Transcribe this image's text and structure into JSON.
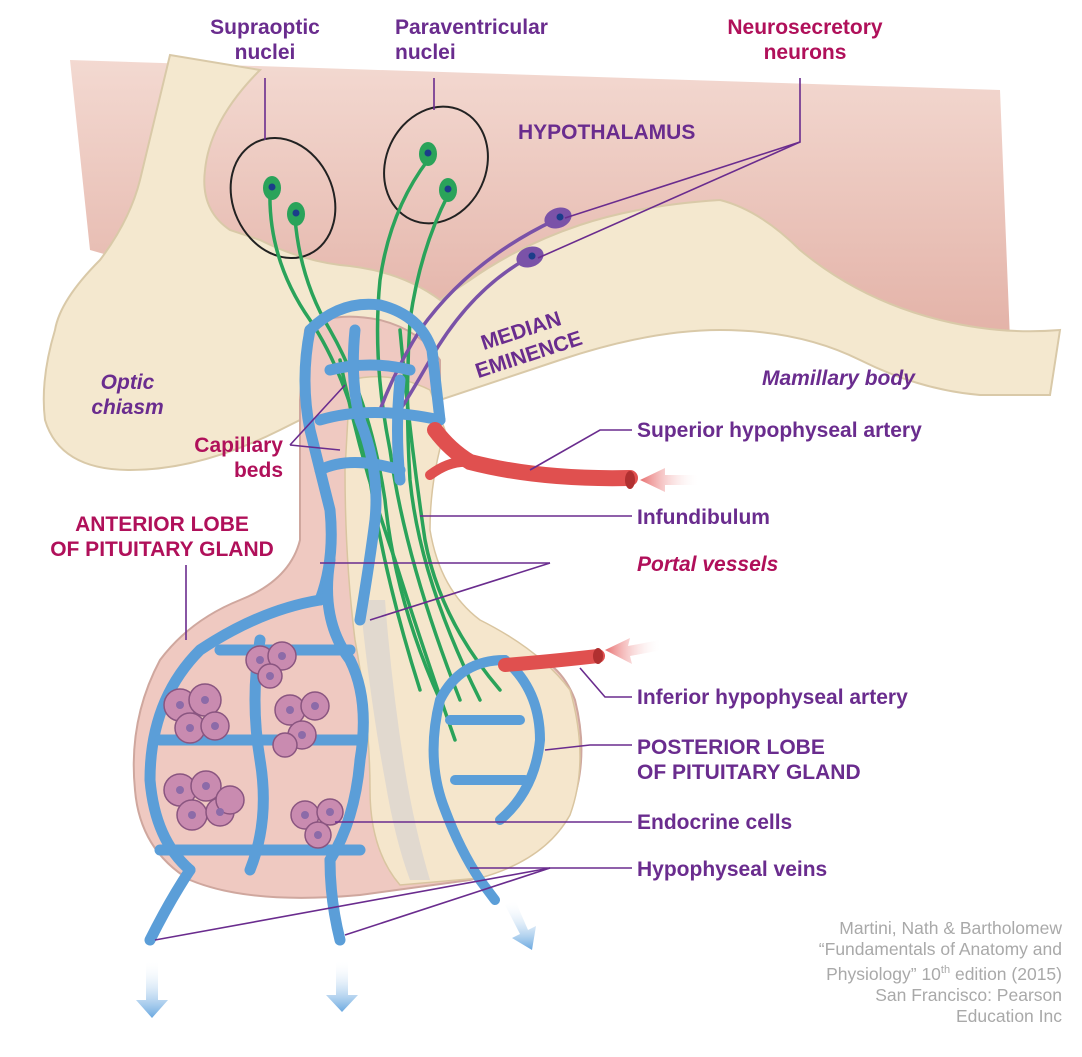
{
  "labels": {
    "supraoptic_1": "Supraoptic",
    "supraoptic_2": "nuclei",
    "paraventricular_1": "Paraventricular",
    "paraventricular_2": "nuclei",
    "neurosecretory_1": "Neurosecretory",
    "neurosecretory_2": "neurons",
    "hypothalamus": "HYPOTHALAMUS",
    "median_1": "MEDIAN",
    "median_2": "EMINENCE",
    "optic_1": "Optic",
    "optic_2": "chiasm",
    "mamillary": "Mamillary body",
    "capillary_1": "Capillary",
    "capillary_2": "beds",
    "superior_artery": "Superior hypophyseal artery",
    "infundibulum": "Infundibulum",
    "anterior_1": "ANTERIOR LOBE",
    "anterior_2": "OF PITUITARY GLAND",
    "portal": "Portal vessels",
    "inferior_artery": "Inferior hypophyseal artery",
    "posterior_1": "POSTERIOR LOBE",
    "posterior_2": "OF PITUITARY GLAND",
    "endocrine": "Endocrine cells",
    "veins": "Hypophyseal veins"
  },
  "credit": {
    "line1": "Martini, Nath & Bartholomew",
    "line2": "“Fundamentals of Anatomy and",
    "line3_a": "Physiology” 10",
    "line3_sup": "th",
    "line3_b": " edition (2015)",
    "line4": "San Francisco: Pearson",
    "line5": "Education Inc"
  },
  "colors": {
    "label_purple": "#6a2c8e",
    "label_magenta": "#b0105a",
    "hypothalamus_pink": "#e2b1a6",
    "brain_cream": "#f4e8cf",
    "anterior_lobe": "#efc9c1",
    "posterior_lobe": "#f5e6cc",
    "vessel_blue": "#5b9ed8",
    "artery_red": "#e0504f",
    "neuron_green": "#2aa35a",
    "neurosecretory_purple": "#7a52a8",
    "endocrine_cell": "#c98bb0"
  }
}
